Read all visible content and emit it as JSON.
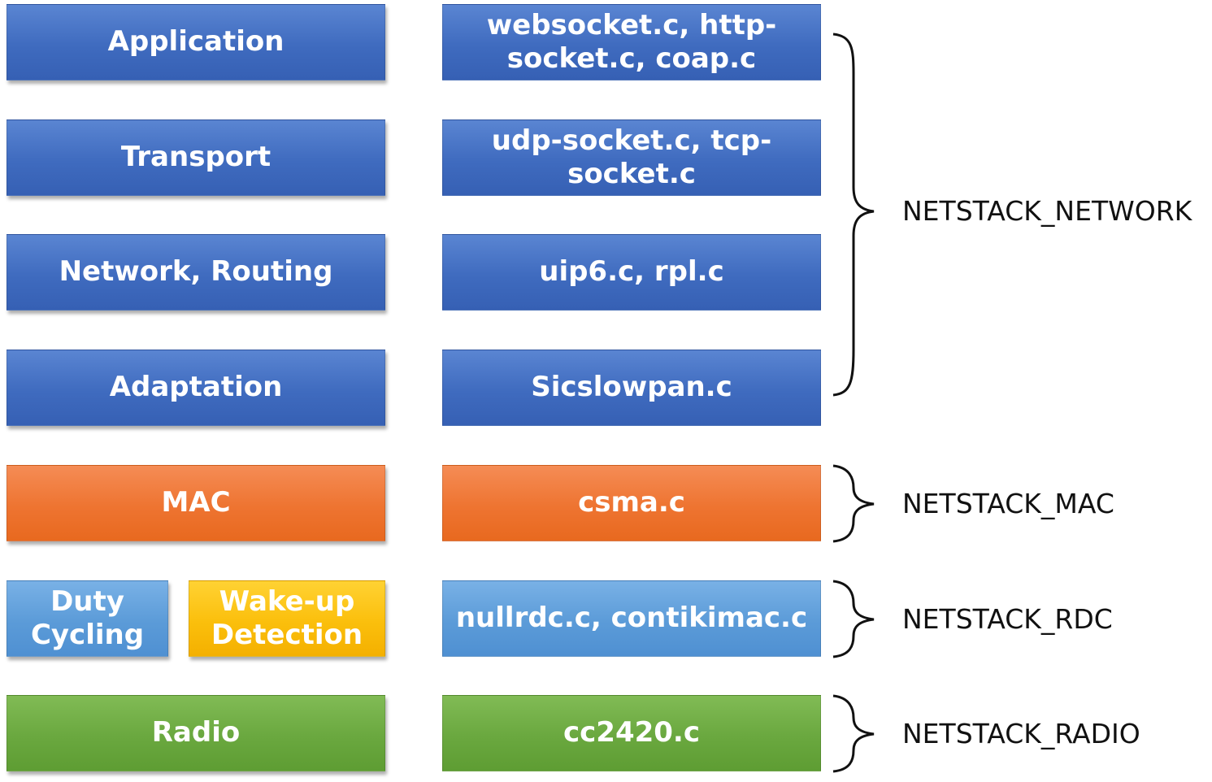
{
  "layers": {
    "application": "Application",
    "transport": "Transport",
    "network": "Network, Routing",
    "adaptation": "Adaptation",
    "mac": "MAC",
    "duty_cycling": "Duty\nCycling",
    "wakeup": "Wake-up\nDetection",
    "radio": "Radio"
  },
  "files": {
    "application": "websocket.c, http-\nsocket.c, coap.c",
    "transport": "udp-socket.c, tcp-\nsocket.c",
    "network": "uip6.c, rpl.c",
    "adaptation": "Sicslowpan.c",
    "mac": "csma.c",
    "rdc": "nullrdc.c, contikimac.c",
    "radio": "cc2420.c"
  },
  "groups": {
    "network": "NETSTACK_NETWORK",
    "mac": "NETSTACK_MAC",
    "rdc": "NETSTACK_RDC",
    "radio": "NETSTACK_RADIO"
  },
  "colors": {
    "blue": "#4472c4",
    "orange": "#ed7d31",
    "light_blue": "#5b9bd5",
    "yellow": "#ffc000",
    "green": "#70ad47"
  }
}
